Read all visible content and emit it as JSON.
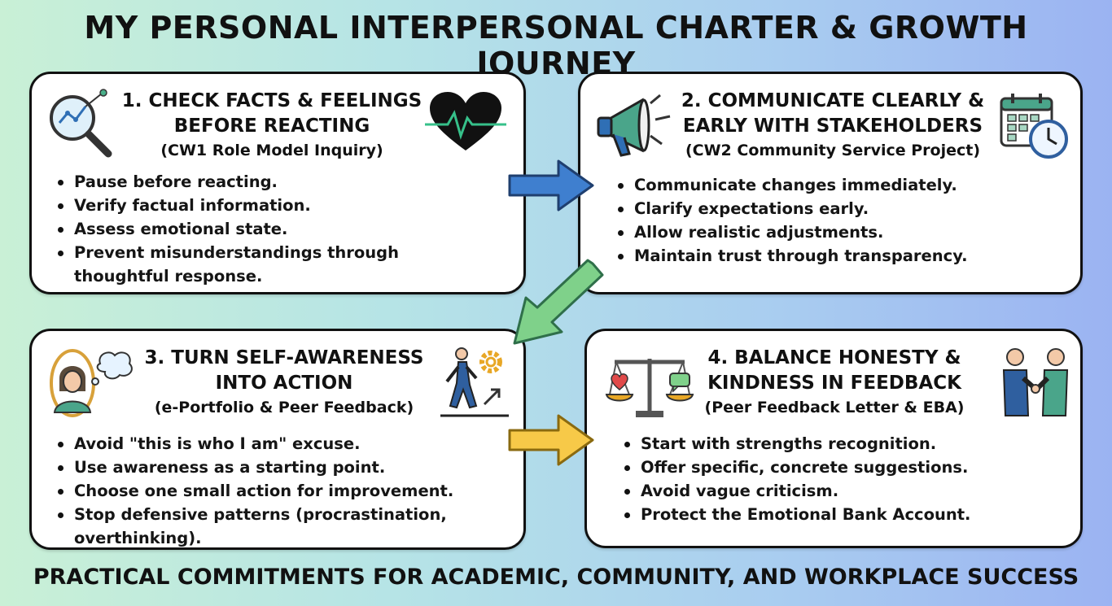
{
  "title": "MY PERSONAL INTERPERSONAL CHARTER & GROWTH JOURNEY",
  "footer": "PRACTICAL COMMITMENTS FOR ACADEMIC, COMMUNITY, AND WORKPLACE SUCCESS",
  "colors": {
    "arrow_blue": "#3f7fcf",
    "arrow_green": "#7fd18a",
    "arrow_yellow": "#f7c948",
    "heart": "#111111",
    "pulse": "#36c08a",
    "megaphone": "#4aa58a"
  },
  "cards": [
    {
      "title_line1": "1. CHECK FACTS & FEELINGS",
      "title_line2": "BEFORE REACTING",
      "subtitle": "(CW1 Role Model Inquiry)",
      "items": [
        "Pause before reacting.",
        "Verify factual information.",
        "Assess emotional state.",
        "Prevent misunderstandings through thoughtful response."
      ]
    },
    {
      "title_line1": "2. COMMUNICATE CLEARLY &",
      "title_line2": "EARLY WITH STAKEHOLDERS",
      "subtitle": "(CW2 Community Service Project)",
      "items": [
        "Communicate changes immediately.",
        "Clarify expectations early.",
        "Allow realistic adjustments.",
        "Maintain trust through transparency."
      ]
    },
    {
      "title_line1": "3. TURN SELF-AWARENESS",
      "title_line2": "INTO ACTION",
      "subtitle": "(e-Portfolio & Peer Feedback)",
      "items": [
        "Avoid \"this is who I am\" excuse.",
        "Use awareness as a starting point.",
        "Choose one small action for improvement.",
        "Stop defensive patterns (procrastination, overthinking)."
      ]
    },
    {
      "title_line1": "4. BALANCE HONESTY &",
      "title_line2": "KINDNESS IN FEEDBACK",
      "subtitle": "(Peer Feedback Letter & EBA)",
      "items": [
        "Start with strengths recognition.",
        "Offer specific, concrete suggestions.",
        "Avoid vague criticism.",
        "Protect the Emotional Bank Account."
      ]
    }
  ]
}
